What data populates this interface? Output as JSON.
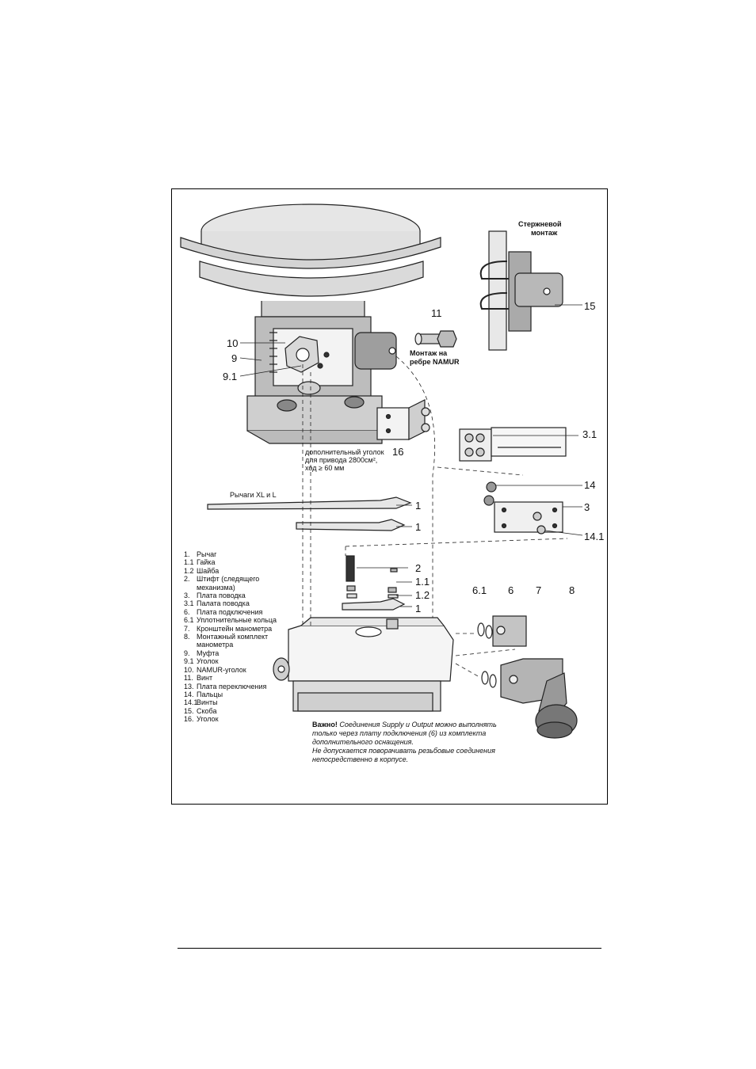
{
  "callouts": {
    "c1a": "1",
    "c1b": "1",
    "c1c": "1",
    "c11": "1.1",
    "c12": "1.2",
    "c2": "2",
    "c3": "3",
    "c31": "3.1",
    "c6": "6",
    "c61": "6.1",
    "c7": "7",
    "c8": "8",
    "c9": "9",
    "c91": "9.1",
    "c10": "10",
    "c11b": "11",
    "c14": "14",
    "c141": "14.1",
    "c15": "15",
    "c16": "16"
  },
  "captions": {
    "rod_mount_line1": "Стержневой",
    "rod_mount_line2": "монтаж",
    "namur_line1": "Монтаж на",
    "namur_line2": "ребре NAMUR",
    "extra_bracket_line1": "дополнительный уголок",
    "extra_bracket_line2": "для привода 2800см²,",
    "extra_bracket_line3": "ход ≥ 60 мм",
    "levers": "Рычаги XL и L"
  },
  "legend": [
    {
      "num": "1.",
      "text": "Рычаг"
    },
    {
      "num": "1.1",
      "text": "Гайка"
    },
    {
      "num": "1.2",
      "text": "Шайба"
    },
    {
      "num": "2.",
      "text": "Штифт (следящего механизма)"
    },
    {
      "num": "3.",
      "text": "Плата поводка"
    },
    {
      "num": "3.1",
      "text": "Палата поводка"
    },
    {
      "num": "6.",
      "text": "Плата подключения"
    },
    {
      "num": "6.1",
      "text": "Уплотнительные кольца"
    },
    {
      "num": "7.",
      "text": "Кронштейн манометра"
    },
    {
      "num": "8.",
      "text": "Монтажный комплект манометра"
    },
    {
      "num": "9.",
      "text": "Муфта"
    },
    {
      "num": "9.1",
      "text": "Уголок"
    },
    {
      "num": "10.",
      "text": "NAMUR-уголок"
    },
    {
      "num": "11.",
      "text": "Винт"
    },
    {
      "num": "13.",
      "text": "Плата переключения"
    },
    {
      "num": "14.",
      "text": "Пальцы"
    },
    {
      "num": "14.1",
      "text": "Винты"
    },
    {
      "num": "15.",
      "text": "Скоба"
    },
    {
      "num": "16.",
      "text": "Уголок"
    }
  ],
  "note": {
    "important": "Важно!",
    "part1": "Соединения Supply и Output можно выполнять только через плату подключения (6) из комплекта дополнительного оснащения.",
    "part2": "Не допускается поворачивать резьбовые соединения непосредственно в корпусе."
  }
}
